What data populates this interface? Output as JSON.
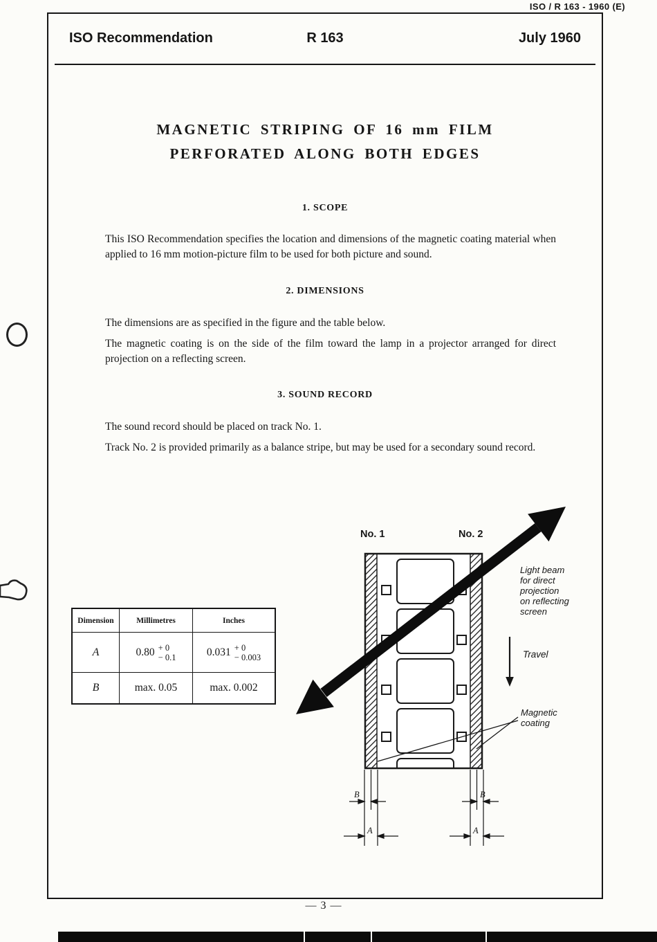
{
  "meta": {
    "doc_ref": "ISO / R 163 - 1960 (E)",
    "page_number": "— 3 —"
  },
  "header": {
    "left": "ISO Recommendation",
    "center": "R 163",
    "right": "July 1960"
  },
  "title": {
    "line1": "MAGNETIC STRIPING OF 16 mm FILM",
    "line2": "PERFORATED ALONG BOTH EDGES"
  },
  "sections": [
    {
      "heading": "1. SCOPE",
      "paragraphs": [
        "This ISO Recommendation specifies the location and dimensions of the magnetic coating material when applied to 16 mm motion-picture film to be used for both picture and sound."
      ]
    },
    {
      "heading": "2. DIMENSIONS",
      "paragraphs": [
        "The dimensions are as specified in the figure and the table below.",
        "The magnetic coating is on the side of the film toward the lamp in a projector arranged for direct projection on a reflecting screen."
      ]
    },
    {
      "heading": "3. SOUND RECORD",
      "paragraphs": [
        "The sound record should be placed on track No. 1.",
        "Track No. 2 is provided primarily as a balance stripe, but may be used for a secondary sound record."
      ]
    }
  ],
  "figure": {
    "track1_label": "No. 1",
    "track2_label": "No. 2",
    "light_beam_label": "Light beam\nfor direct\nprojection\non reflecting\nscreen",
    "travel_label": "Travel",
    "magnetic_coating_label": "Magnetic\ncoating",
    "dim_a": "A",
    "dim_b": "B"
  },
  "table": {
    "headers": [
      "Dimension",
      "Millimetres",
      "Inches"
    ],
    "row_a": {
      "dim": "A",
      "mm_base": "0.80",
      "mm_tol_plus": "+ 0",
      "mm_tol_minus": "− 0.1",
      "in_base": "0.031",
      "in_tol_plus": "+ 0",
      "in_tol_minus": "− 0.003"
    },
    "row_b": {
      "dim": "B",
      "mm": "max. 0.05",
      "in": "max. 0.002"
    }
  }
}
